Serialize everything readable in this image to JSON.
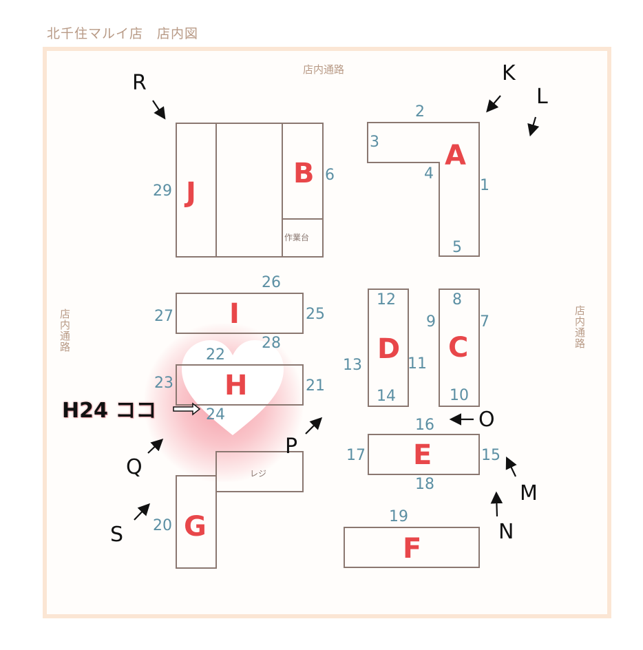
{
  "title": "北千住マルイ店　店内図",
  "aisles": {
    "top": "店内通路",
    "left": "店内通路",
    "right": "店内通路"
  },
  "zones": {
    "A": {
      "letter": "A"
    },
    "B": {
      "letter": "B",
      "sub_label": "作業台"
    },
    "C": {
      "letter": "C"
    },
    "D": {
      "letter": "D"
    },
    "E": {
      "letter": "E"
    },
    "F": {
      "letter": "F"
    },
    "G": {
      "letter": "G",
      "sub_label": "レジ"
    },
    "H": {
      "letter": "H"
    },
    "I": {
      "letter": "I"
    },
    "J": {
      "letter": "J"
    }
  },
  "shelf_numbers": {
    "n1": "1",
    "n2": "2",
    "n3": "3",
    "n4": "4",
    "n5": "5",
    "n6": "6",
    "n7": "7",
    "n8": "8",
    "n9": "9",
    "n10": "10",
    "n11": "11",
    "n12": "12",
    "n13": "13",
    "n14": "14",
    "n15": "15",
    "n16": "16",
    "n17": "17",
    "n18": "18",
    "n19": "19",
    "n20": "20",
    "n21": "21",
    "n22": "22",
    "n23": "23",
    "n24": "24",
    "n25": "25",
    "n26": "26",
    "n27": "27",
    "n28": "28",
    "n29": "29"
  },
  "markers": {
    "K": "K",
    "L": "L",
    "M": "M",
    "N": "N",
    "O": "O",
    "P": "P",
    "Q": "Q",
    "R": "R",
    "S": "S"
  },
  "highlight": {
    "label": "H24 ココ",
    "color": "#e8474a"
  },
  "colors": {
    "zone_letter": "#e8474a",
    "shelf_number": "#5b8fa3",
    "outline": "#8a7770",
    "aisle_text": "#b89a86"
  }
}
